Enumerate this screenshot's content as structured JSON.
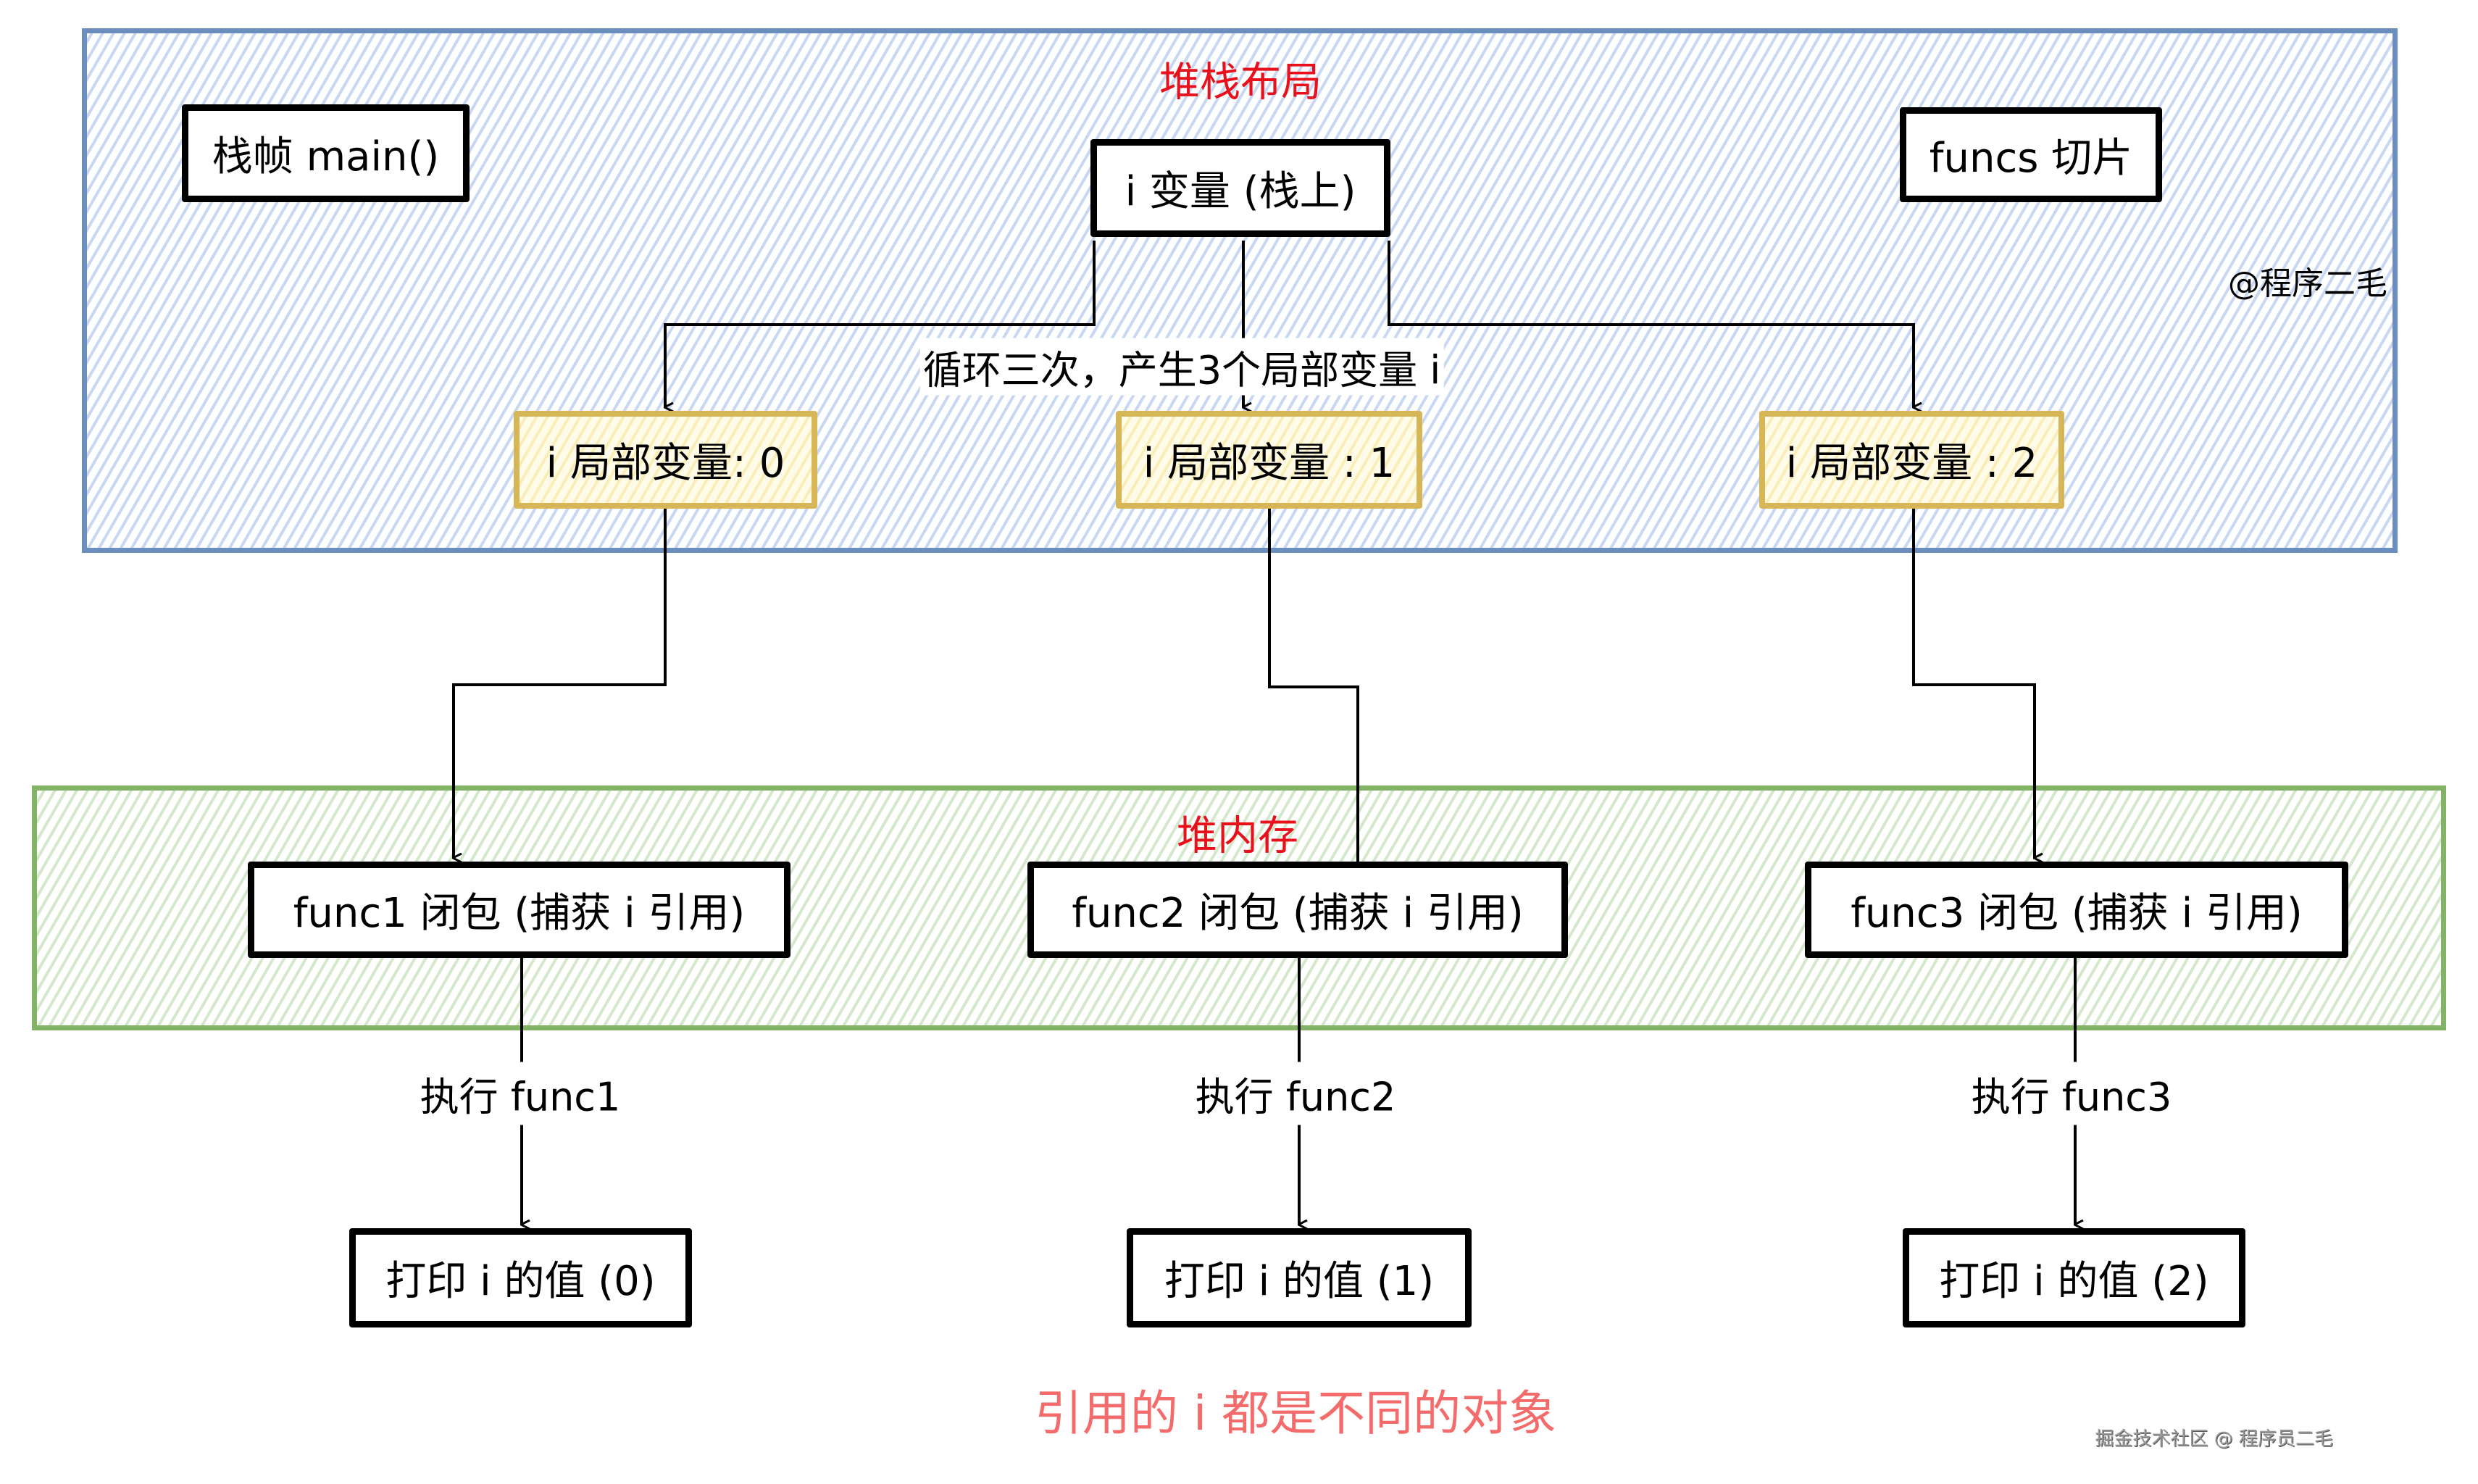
{
  "stack": {
    "title": "堆栈布局",
    "frame_box": "栈帧 main()",
    "var_box": "i 变量 (栈上)",
    "slice_box": "funcs 切片",
    "credit": "@程序二毛",
    "loop_note": "循环三次，产生3个局部变量 i",
    "locals": [
      "i 局部变量: 0",
      "i 局部变量 : 1",
      "i 局部变量 : 2"
    ]
  },
  "heap": {
    "title": "堆内存",
    "closures": [
      "func1 闭包 (捕获 i 引用)",
      "func2 闭包 (捕获 i 引用)",
      "func3 闭包 (捕获 i 引用)"
    ]
  },
  "execution": {
    "labels": [
      "执行 func1",
      "执行 func2",
      "执行 func3"
    ],
    "results": [
      "打印 i 的值 (0)",
      "打印 i 的值 (1)",
      "打印 i 的值 (2)"
    ]
  },
  "conclusion": "引用的 i 都是不同的对象",
  "watermark": "掘金技术社区 @ 程序员二毛",
  "colors": {
    "stack_border": "#6c8ebf",
    "heap_border": "#82b366",
    "local_border": "#d6b656",
    "title_red": "#e8101a",
    "conclusion_red": "#f36b6b"
  }
}
